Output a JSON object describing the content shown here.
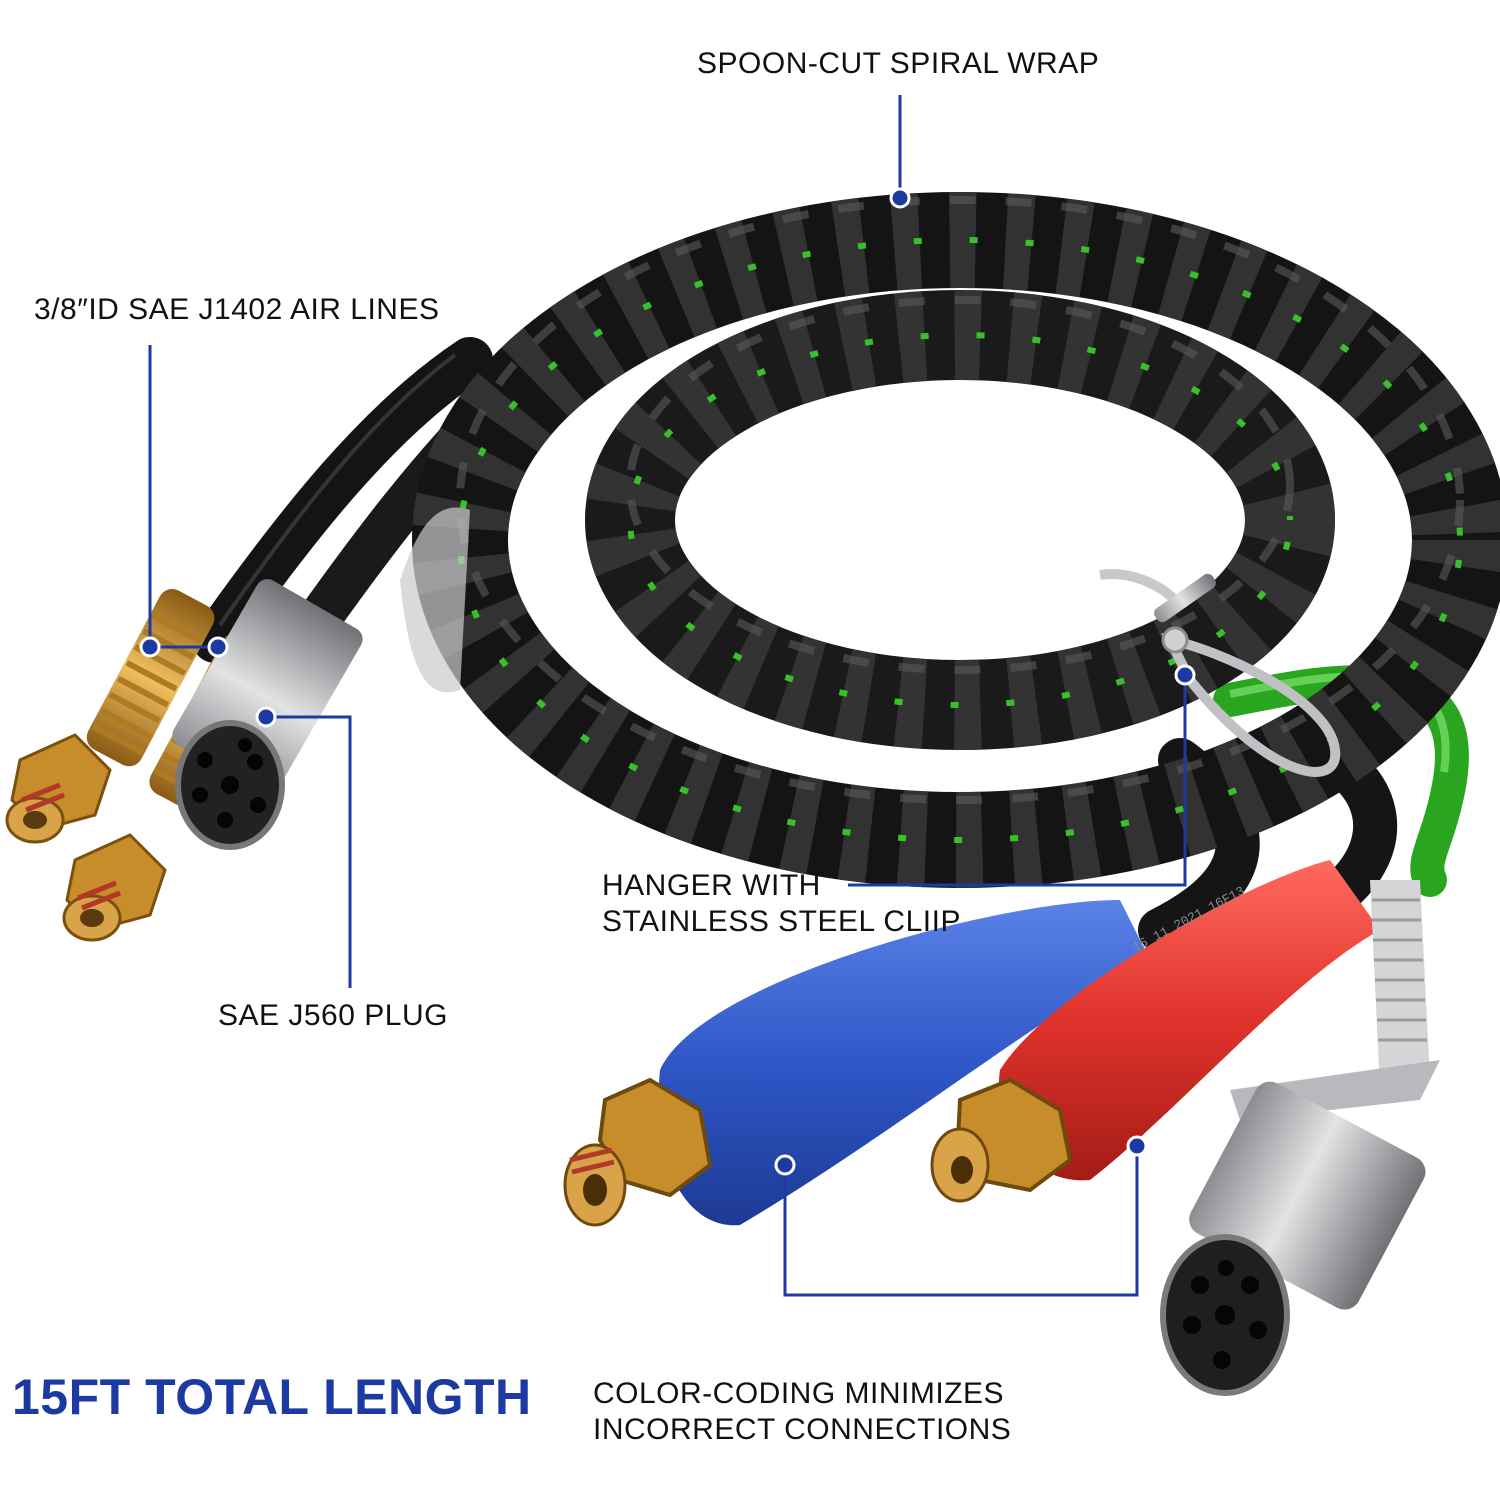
{
  "colors": {
    "leader": "#1c3aa1",
    "headline": "#1c3aa1",
    "hose_black": "#1d1d1d",
    "hose_green": "#39c12c",
    "handle_blue": "#2f57c8",
    "handle_red": "#e0322c",
    "brass": "#c99a3a"
  },
  "callouts": {
    "spiral_wrap": "SPOON-CUT SPIRAL WRAP",
    "air_lines": "3/8″ID SAE J1402 AIR LINES",
    "hanger_line1": "HANGER WITH",
    "hanger_line2": "STAINLESS STEEL CLIIP",
    "plug": "SAE J560 PLUG",
    "color_coding_line1": "COLOR-CODING MINIMIZES",
    "color_coding_line2": "INCORRECT CONNECTIONS"
  },
  "headline": "15FT TOTAL LENGTH",
  "hose_marking": "15 11 2021 16F13"
}
